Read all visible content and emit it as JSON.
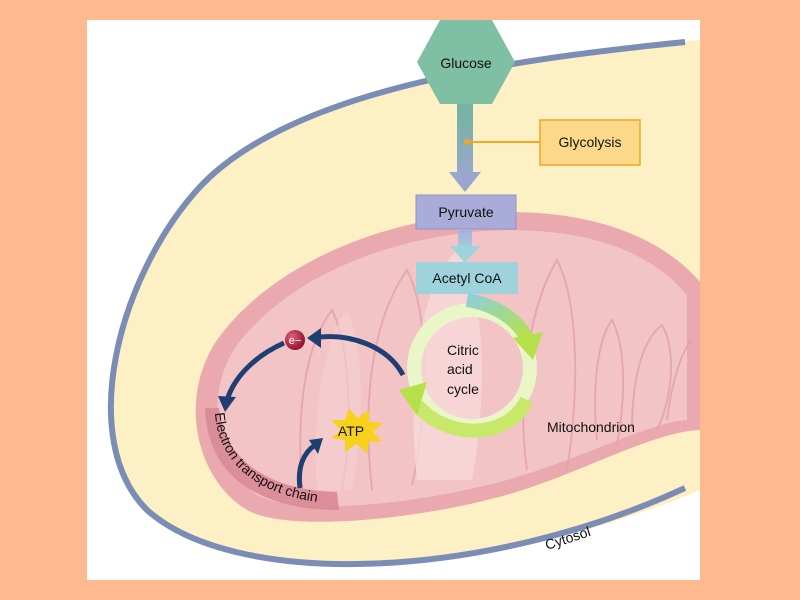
{
  "title": "Cellular respiration overview",
  "labels": {
    "glucose": "Glucose",
    "glycolysis": "Glycolysis",
    "pyruvate": "Pyruvate",
    "acetyl_coa": "Acetyl CoA",
    "citric_acid_cycle": [
      "Citric",
      "acid",
      "cycle"
    ],
    "electron": "e−",
    "atp": "ATP",
    "electron_transport_chain": "Electron transport chain",
    "mitochondrion": "Mitochondrion",
    "cytosol": "Cytosol"
  },
  "colors": {
    "slide_background": "#fdb990",
    "panel": "#ffffff",
    "cytosol_fill": "#fdf0c4",
    "cell_membrane": "#7b8db5",
    "mitochondrion_outer": "#ebaab0",
    "mitochondrion_inner": "#f2c4c6",
    "glucose_hexagon": "#7fbfa4",
    "glycolysis_box": "#fcd98a",
    "glycolysis_border": "#f5a623",
    "pyruvate_box": "#a9acd8",
    "acetyl_coa_box": "#9fd3db",
    "citric_cycle_arrow": "#b6e04a",
    "electron": "#b0203a",
    "etc_arrows": "#1f3f73",
    "atp_star": "#f7d21c",
    "etc_band": "#d98a95"
  }
}
